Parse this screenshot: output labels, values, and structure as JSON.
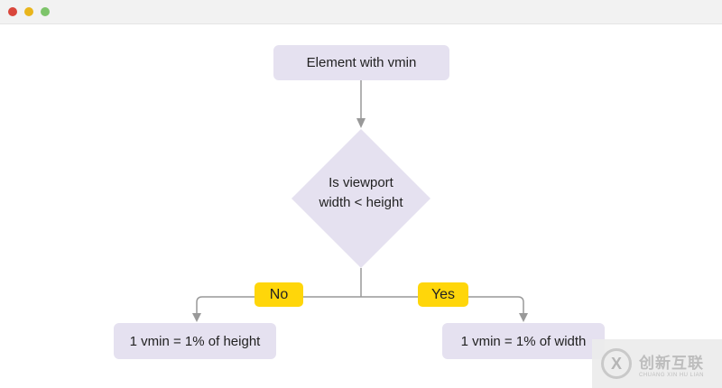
{
  "window": {
    "controls": [
      "close",
      "minimize",
      "maximize"
    ]
  },
  "colors": {
    "node_fill": "#e5e1f0",
    "connector": "#999999",
    "label_fill": "#ffd60a",
    "close": "#d9463b",
    "minimize": "#e9b51c",
    "maximize": "#7dc46a"
  },
  "flowchart": {
    "start": "Element with vmin",
    "decision": {
      "line1": "Is viewport",
      "line2": "width < height"
    },
    "no_branch": {
      "label": "No",
      "result": "1 vmin = 1% of height"
    },
    "yes_branch": {
      "label": "Yes",
      "result": "1 vmin = 1% of width"
    }
  },
  "watermark": {
    "glyph": "X",
    "text_cn": "创新互联",
    "text_en": "CHUANG XIN HU LIAN"
  }
}
